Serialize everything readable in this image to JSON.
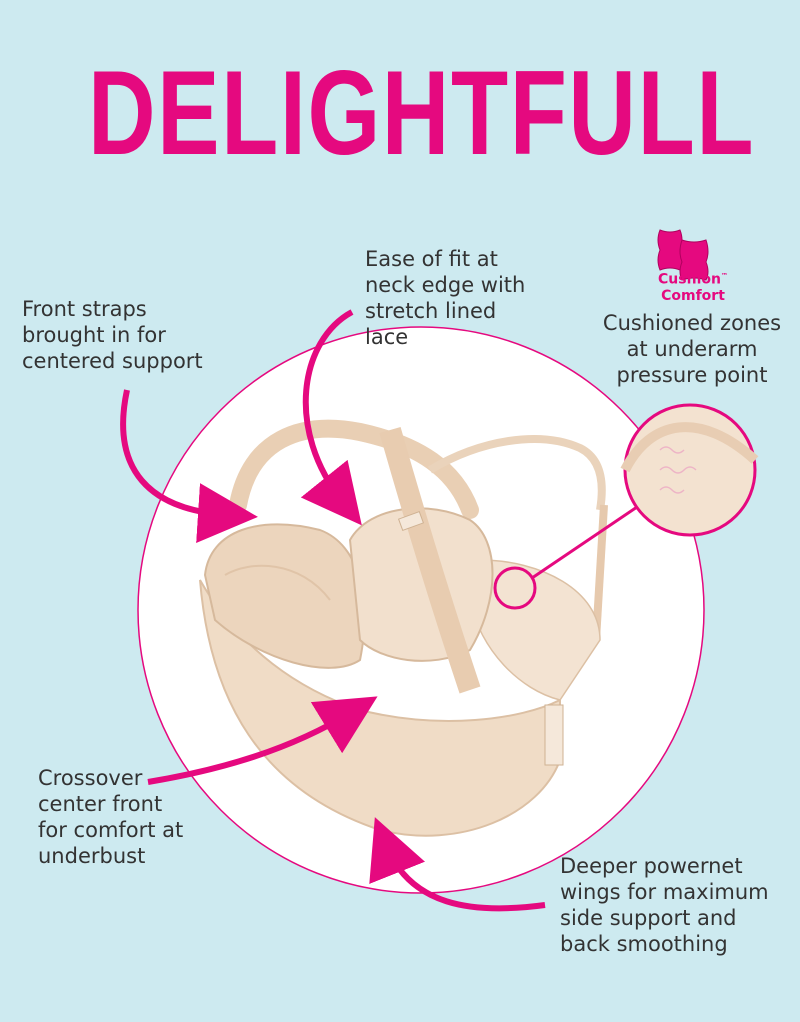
{
  "title": "DELIGHTFULL",
  "colors": {
    "background": "#cdeaf0",
    "accent": "#e5097f",
    "text": "#333333",
    "product": "#f0dcc6"
  },
  "callouts": {
    "front_straps": [
      "Front straps",
      "brought in for",
      "centered support"
    ],
    "neck_edge": [
      "Ease of fit at",
      "neck edge with",
      "stretch lined",
      "lace"
    ],
    "cushioned": [
      "Cushioned zones",
      "at underarm",
      "pressure point"
    ],
    "crossover": [
      "Crossover",
      "center front",
      "for comfort at",
      "underbust"
    ],
    "powernet": [
      "Deeper powernet",
      "wings for maximum",
      "side support and",
      "back smoothing"
    ]
  },
  "badge": {
    "line1": "Cushion",
    "tm": "™",
    "line2": "Comfort",
    "icon": "cushion-pillows-icon"
  },
  "product_image": "nude-bra-illustration"
}
